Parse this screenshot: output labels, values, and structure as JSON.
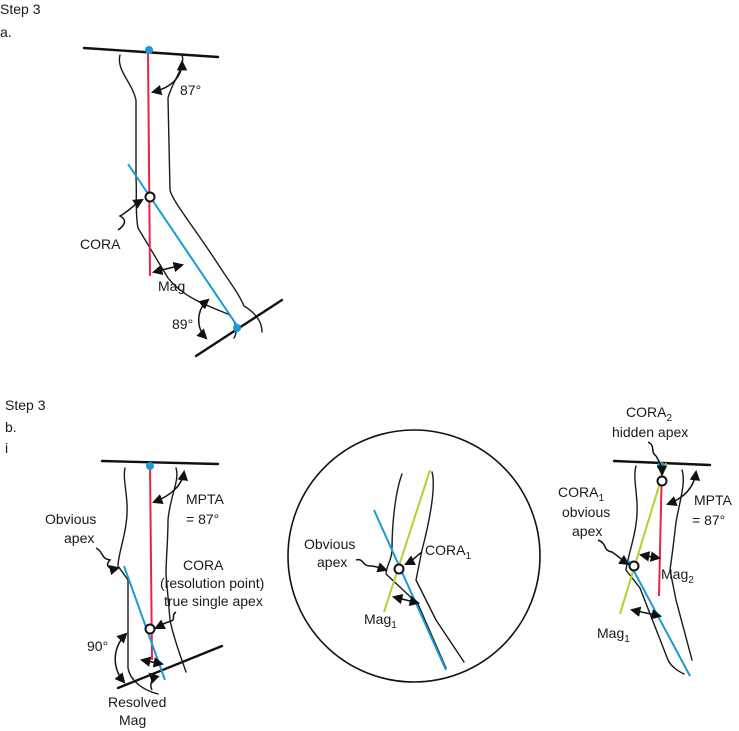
{
  "step_a": {
    "step": "Step 3",
    "part": "a.",
    "angle_top": "87°",
    "cora": "CORA",
    "mag": "Mag",
    "angle_bottom": "89°"
  },
  "step_b": {
    "step": "Step 3",
    "part": "b.",
    "sub": "i"
  },
  "left": {
    "obvious_1": "Obvious",
    "obvious_2": "apex",
    "mpta_1": "MPTA",
    "mpta_2": "= 87°",
    "cora_1": "CORA",
    "cora_2": "(resolution point)",
    "cora_3": "true single apex",
    "angle": "90°",
    "resolved_1": "Resolved",
    "resolved_2": "Mag"
  },
  "circle": {
    "obvious_1": "Obvious",
    "obvious_2": "apex",
    "cora_main": "CORA",
    "cora_sub": "1",
    "mag_main": "Mag",
    "mag_sub": "1"
  },
  "right": {
    "cora2_main": "CORA",
    "cora2_sub": "2",
    "hidden": "hidden apex",
    "cora1_main": "CORA",
    "cora1_sub": "1",
    "obvious": "obvious",
    "apex": "apex",
    "mpta_1": "MPTA",
    "mpta_2": "= 87°",
    "mag2_main": "Mag",
    "mag2_sub": "2",
    "mag1_main": "Mag",
    "mag1_sub": "1"
  },
  "colors": {
    "mechanical_axis": "#e8234a",
    "distal_axis": "#1b9ad6",
    "proximal_axis": "#b5cf2c",
    "joint_marker": "#1b9ad6"
  }
}
